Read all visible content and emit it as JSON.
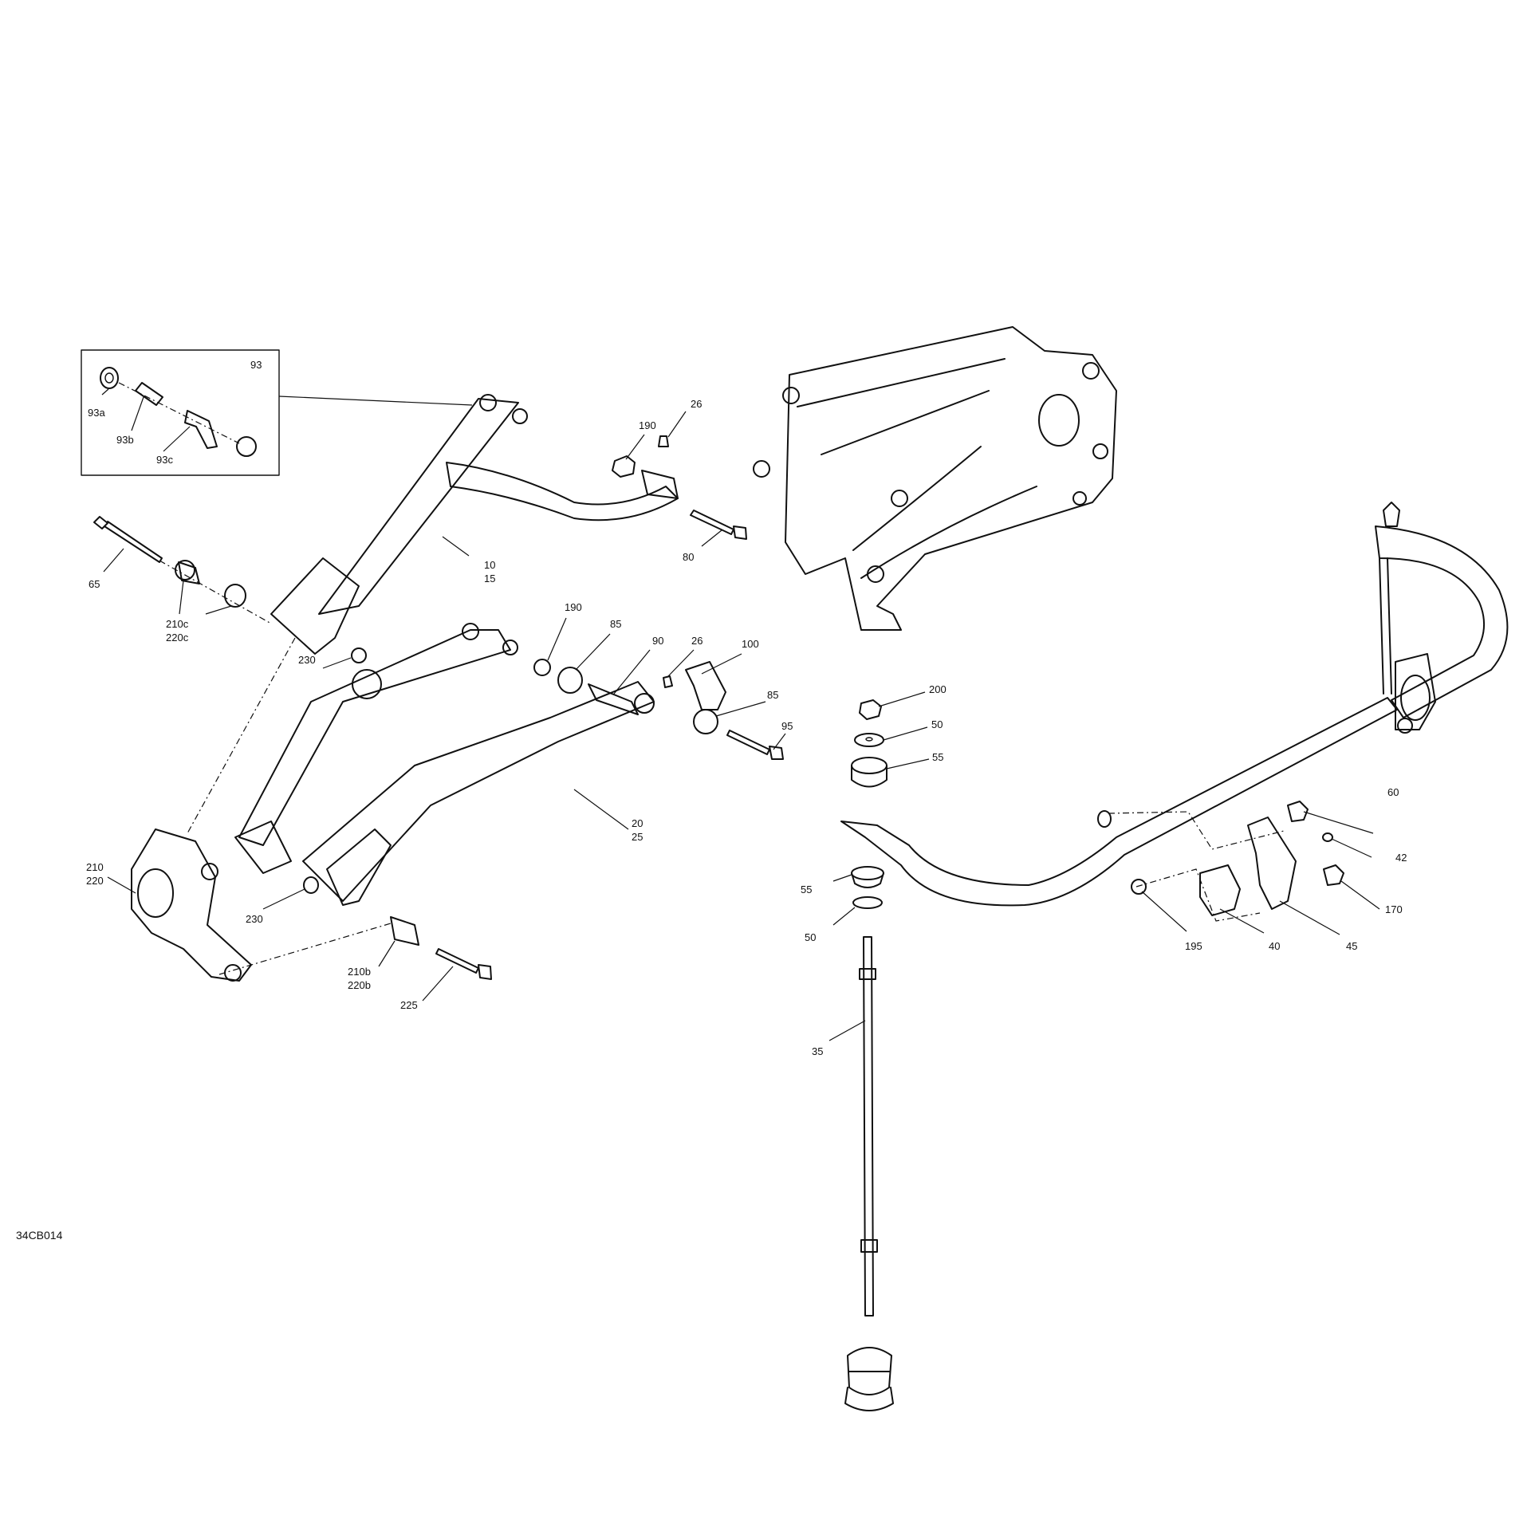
{
  "drawing_code": "34CB014",
  "callouts": {
    "c93": "93",
    "c93a": "93a",
    "c93b": "93b",
    "c93c": "93c",
    "c65": "65",
    "c210c": "210c",
    "c220c": "220c",
    "c10": "10",
    "c15": "15",
    "c190a": "190",
    "c26a": "26",
    "c80": "80",
    "c230a": "230",
    "c190b": "190",
    "c85a": "85",
    "c90": "90",
    "c26b": "26",
    "c100": "100",
    "c85b": "85",
    "c95": "95",
    "c20": "20",
    "c25": "25",
    "c210": "210",
    "c220": "220",
    "c230b": "230",
    "c210b": "210b",
    "c220b": "220b",
    "c225": "225",
    "c200": "200",
    "c50a": "50",
    "c55a": "55",
    "c60": "60",
    "c42": "42",
    "c170": "170",
    "c55b": "55",
    "c50b": "50",
    "c195": "195",
    "c40": "40",
    "c45": "45",
    "c35": "35"
  }
}
